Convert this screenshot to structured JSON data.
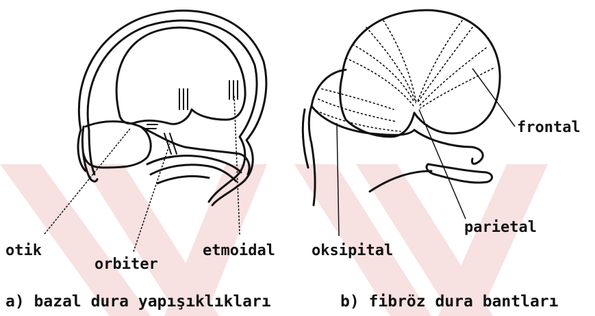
{
  "labels": {
    "otik": "otik",
    "orbiter": "orbiter",
    "etmoidal": "etmoidal",
    "oksipital": "oksipital",
    "parietal": "parietal",
    "frontal": "frontal"
  },
  "captions": {
    "a": "a) bazal dura yapışıklıkları",
    "b": "b) fibröz dura bantları"
  },
  "colors": {
    "ink": "#111111",
    "watermark": "#f6dcdc"
  }
}
